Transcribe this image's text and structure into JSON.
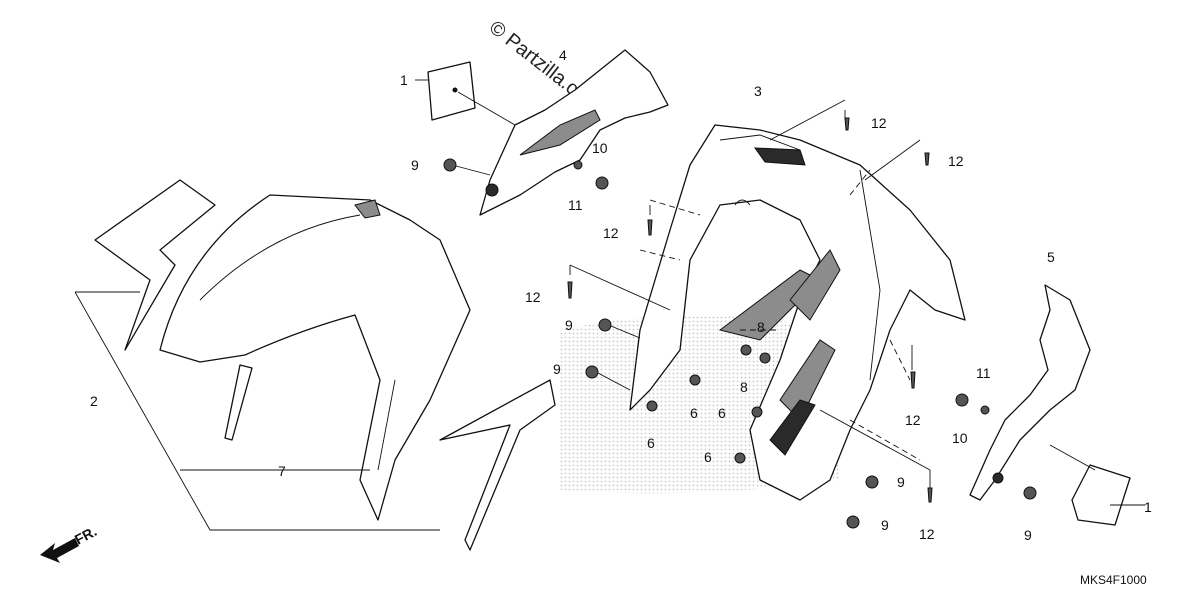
{
  "diagram": {
    "watermark_copyright": "© Partzilla.com",
    "direction_label": "FR.",
    "reference_code": "MKS4F1000",
    "callouts": [
      {
        "id": "c1a",
        "text": "1"
      },
      {
        "id": "c1b",
        "text": "1"
      },
      {
        "id": "c2",
        "text": "2"
      },
      {
        "id": "c3",
        "text": "3"
      },
      {
        "id": "c4",
        "text": "4"
      },
      {
        "id": "c5",
        "text": "5"
      },
      {
        "id": "c6a",
        "text": "6"
      },
      {
        "id": "c6b",
        "text": "6"
      },
      {
        "id": "c6c",
        "text": "6"
      },
      {
        "id": "c6d",
        "text": "6"
      },
      {
        "id": "c7",
        "text": "7"
      },
      {
        "id": "c8a",
        "text": "8"
      },
      {
        "id": "c8b",
        "text": "8"
      },
      {
        "id": "c9a",
        "text": "9"
      },
      {
        "id": "c9b",
        "text": "9"
      },
      {
        "id": "c9c",
        "text": "9"
      },
      {
        "id": "c9d",
        "text": "9"
      },
      {
        "id": "c9e",
        "text": "9"
      },
      {
        "id": "c9f",
        "text": "9"
      },
      {
        "id": "c10a",
        "text": "10"
      },
      {
        "id": "c10b",
        "text": "10"
      },
      {
        "id": "c11a",
        "text": "11"
      },
      {
        "id": "c11b",
        "text": "11"
      },
      {
        "id": "c12a",
        "text": "12"
      },
      {
        "id": "c12b",
        "text": "12"
      },
      {
        "id": "c12c",
        "text": "12"
      },
      {
        "id": "c12d",
        "text": "12"
      },
      {
        "id": "c12e",
        "text": "12"
      },
      {
        "id": "c12f",
        "text": "12"
      }
    ]
  }
}
